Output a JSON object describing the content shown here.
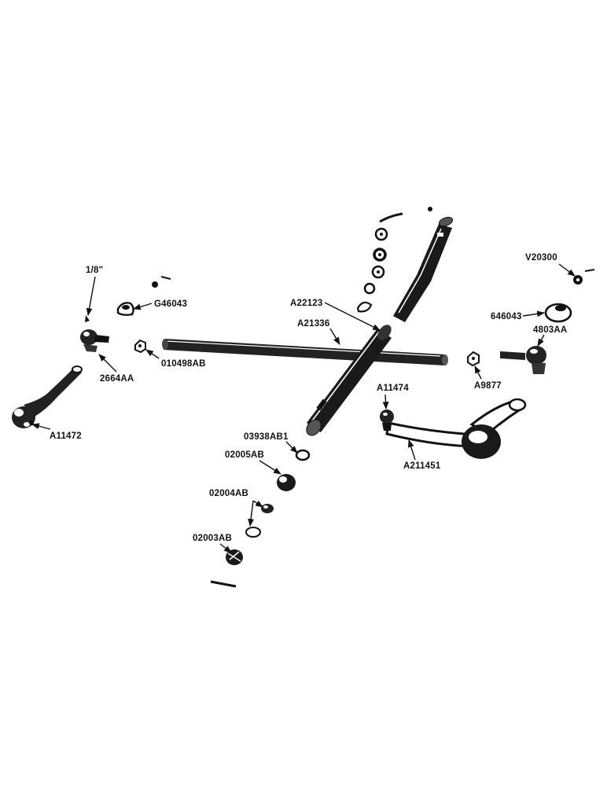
{
  "diagram": {
    "labels": {
      "eighth_inch": "1/8\"",
      "g46043": "G46043",
      "l2664aa": "2664AA",
      "l010498ab": "010498AB",
      "a11472": "A11472",
      "a22123": "A22123",
      "a21336": "A21336",
      "v20300": "V20300",
      "l646043": "646043",
      "l4803aa": "4803AA",
      "a9877": "A9877",
      "a11474": "A11474",
      "l03938ab1": "03938AB1",
      "l02005ab": "02005AB",
      "l02004ab": "02004AB",
      "l02003ab": "02003AB",
      "a211451": "A211451"
    }
  }
}
